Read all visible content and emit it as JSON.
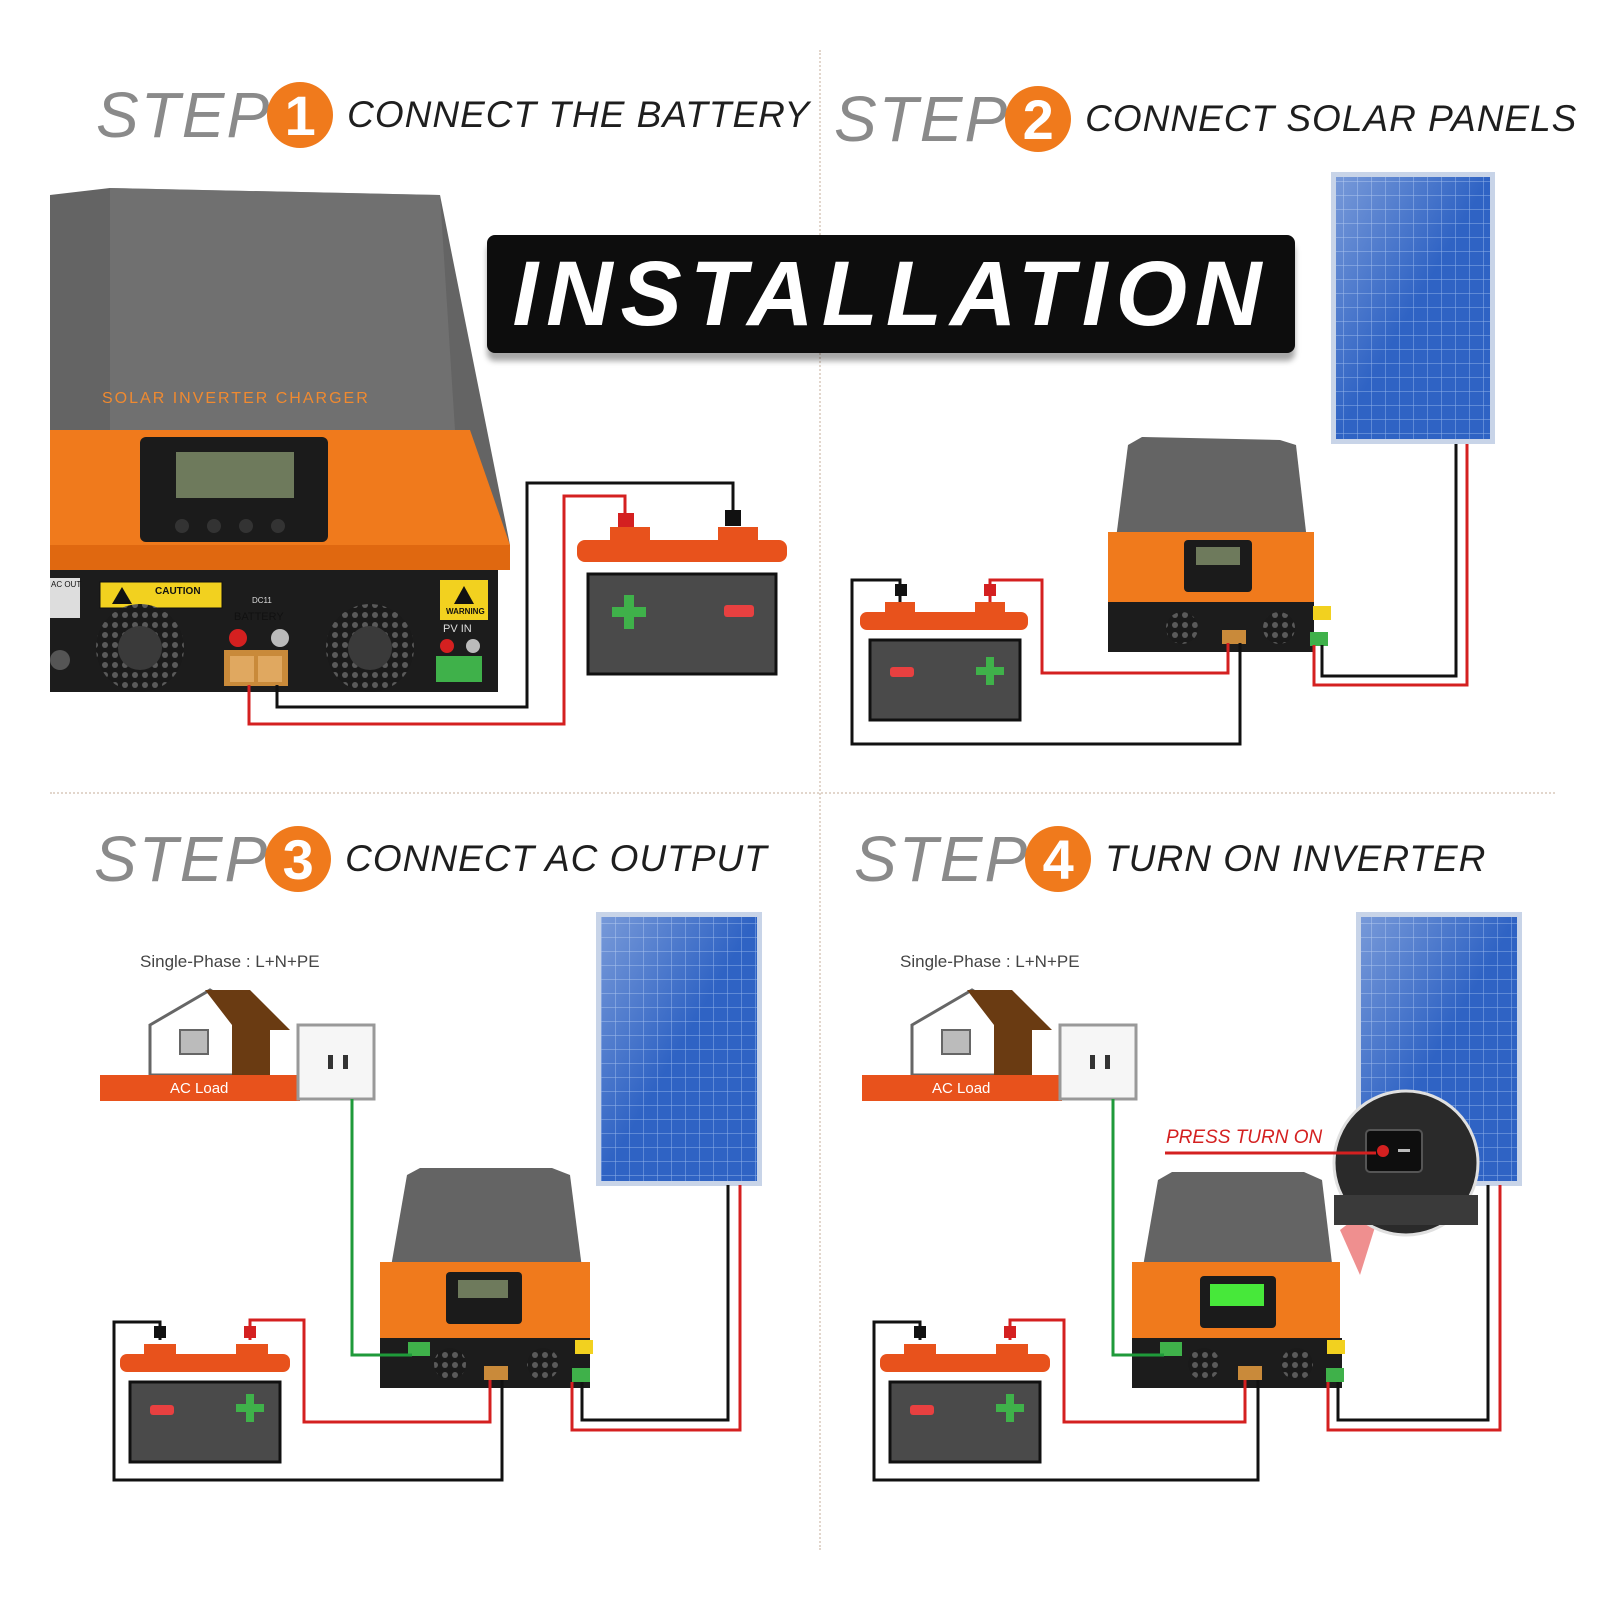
{
  "banner": {
    "title": "INSTALLATION"
  },
  "steps": [
    {
      "word": "STEP",
      "number": "1",
      "text": "CONNECT THE BATTERY"
    },
    {
      "word": "STEP",
      "number": "2",
      "text": "CONNECT SOLAR PANELS"
    },
    {
      "word": "STEP",
      "number": "3",
      "text": "CONNECT AC OUTPUT"
    },
    {
      "word": "STEP",
      "number": "4",
      "text": "TURN ON INVERTER"
    }
  ],
  "inverter": {
    "label": "SOLAR INVERTER CHARGER",
    "caution": "CAUTION",
    "warning": "WARNING",
    "battery_port": "BATTERY",
    "pv_port": "PV  IN",
    "dc_tag": "DC11",
    "ac_out": "AC OUT"
  },
  "ac_load": {
    "phase": "Single-Phase : L+N+PE",
    "label": "AC Load"
  },
  "switch": {
    "label": "PRESS TURN ON"
  },
  "colors": {
    "orange": "#f07a1c",
    "inverter_grey": "#5e5e5e",
    "battery_body": "#4a4a4a",
    "battery_top": "#e8521c",
    "panel_blue": "#2f63c4",
    "wire_red": "#d42020",
    "wire_black": "#111111",
    "wire_green": "#1f9a3a",
    "terminal_green": "#3fb14a"
  }
}
